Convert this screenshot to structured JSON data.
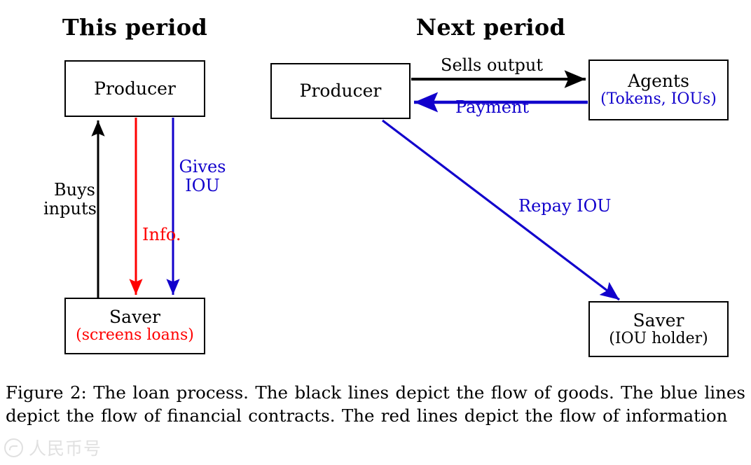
{
  "figure": {
    "caption": "Figure 2: The loan process. The black lines depict the flow of goods. The blue lines depict the flow of financial contracts. The red lines depict the flow of information"
  },
  "colors": {
    "black": "#000000",
    "blue": "#1100cc",
    "red": "#ff0000",
    "background": "#ffffff"
  },
  "panels": {
    "left": {
      "title": "This period",
      "nodes": {
        "producer": {
          "title": "Producer",
          "sub": ""
        },
        "saver": {
          "title": "Saver",
          "sub": "(screens loans)",
          "sub_color": "#ff0000"
        }
      },
      "edges": [
        {
          "name": "buys-inputs",
          "label_line1": "Buys",
          "label_line2": "inputs",
          "color": "#000000",
          "from": "saver",
          "to": "producer"
        },
        {
          "name": "info",
          "label_line1": "Info.",
          "label_line2": "",
          "color": "#ff0000",
          "from": "producer",
          "to": "saver"
        },
        {
          "name": "gives-iou",
          "label_line1": "Gives",
          "label_line2": "IOU",
          "color": "#1100cc",
          "from": "producer",
          "to": "saver"
        }
      ]
    },
    "right": {
      "title": "Next period",
      "nodes": {
        "producer": {
          "title": "Producer",
          "sub": ""
        },
        "agents": {
          "title": "Agents",
          "sub": "(Tokens, IOUs)",
          "sub_color": "#1100cc"
        },
        "saver": {
          "title": "Saver",
          "sub": "(IOU holder)",
          "sub_color": "#000000"
        }
      },
      "edges": [
        {
          "name": "sells-output",
          "label": "Sells output",
          "color": "#000000",
          "from": "producer",
          "to": "agents"
        },
        {
          "name": "payment",
          "label": "Payment",
          "color": "#1100cc",
          "from": "agents",
          "to": "producer"
        },
        {
          "name": "repay-iou",
          "label": "Repay IOU",
          "color": "#1100cc",
          "from": "producer",
          "to": "saver"
        }
      ]
    }
  },
  "watermark": {
    "text": "人民币号"
  }
}
